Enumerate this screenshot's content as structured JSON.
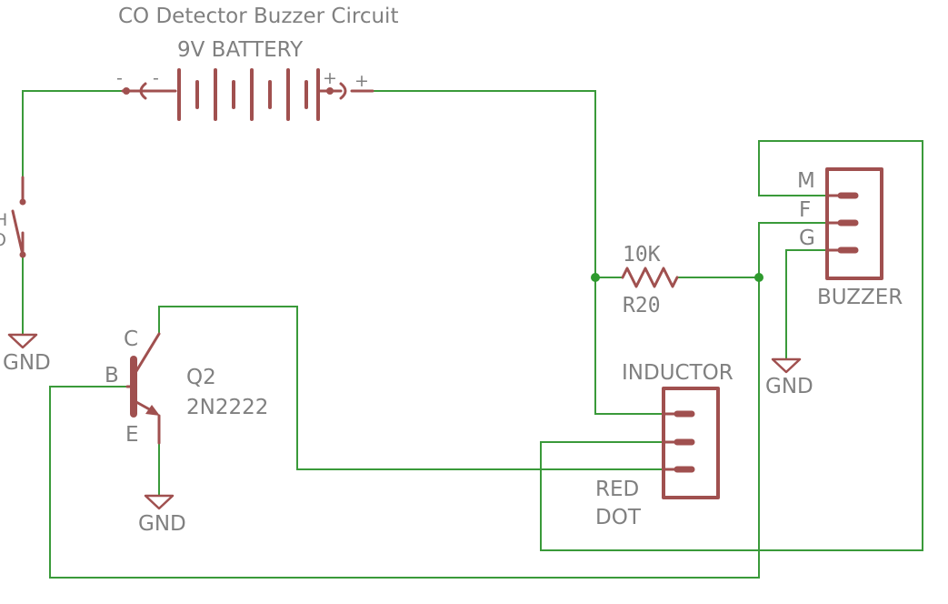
{
  "title": "CO Detector Buzzer Circuit",
  "battery": {
    "name": "9V BATTERY",
    "neg_pin": "-",
    "neg_lead": "-",
    "pos_pin": "+",
    "pos_lead": "+"
  },
  "switch": {
    "label_1": "H",
    "label_2": "O"
  },
  "grounds": {
    "switch_gnd": "GND",
    "transistor_gnd": "GND",
    "buzzer_gnd": "GND"
  },
  "transistor": {
    "name": "Q2",
    "value": "2N2222",
    "pin_c": "C",
    "pin_b": "B",
    "pin_e": "E"
  },
  "resistor": {
    "value": "10K",
    "name": "R20"
  },
  "inductor": {
    "name": "INDUCTOR",
    "note_1": "RED",
    "note_2": "DOT"
  },
  "buzzer": {
    "name": "BUZZER",
    "pin_m": "M",
    "pin_f": "F",
    "pin_g": "G"
  },
  "colors": {
    "wire": "#3a9a3a",
    "component": "#a0504f",
    "text": "#808080",
    "junction": "#2e9a2e"
  }
}
